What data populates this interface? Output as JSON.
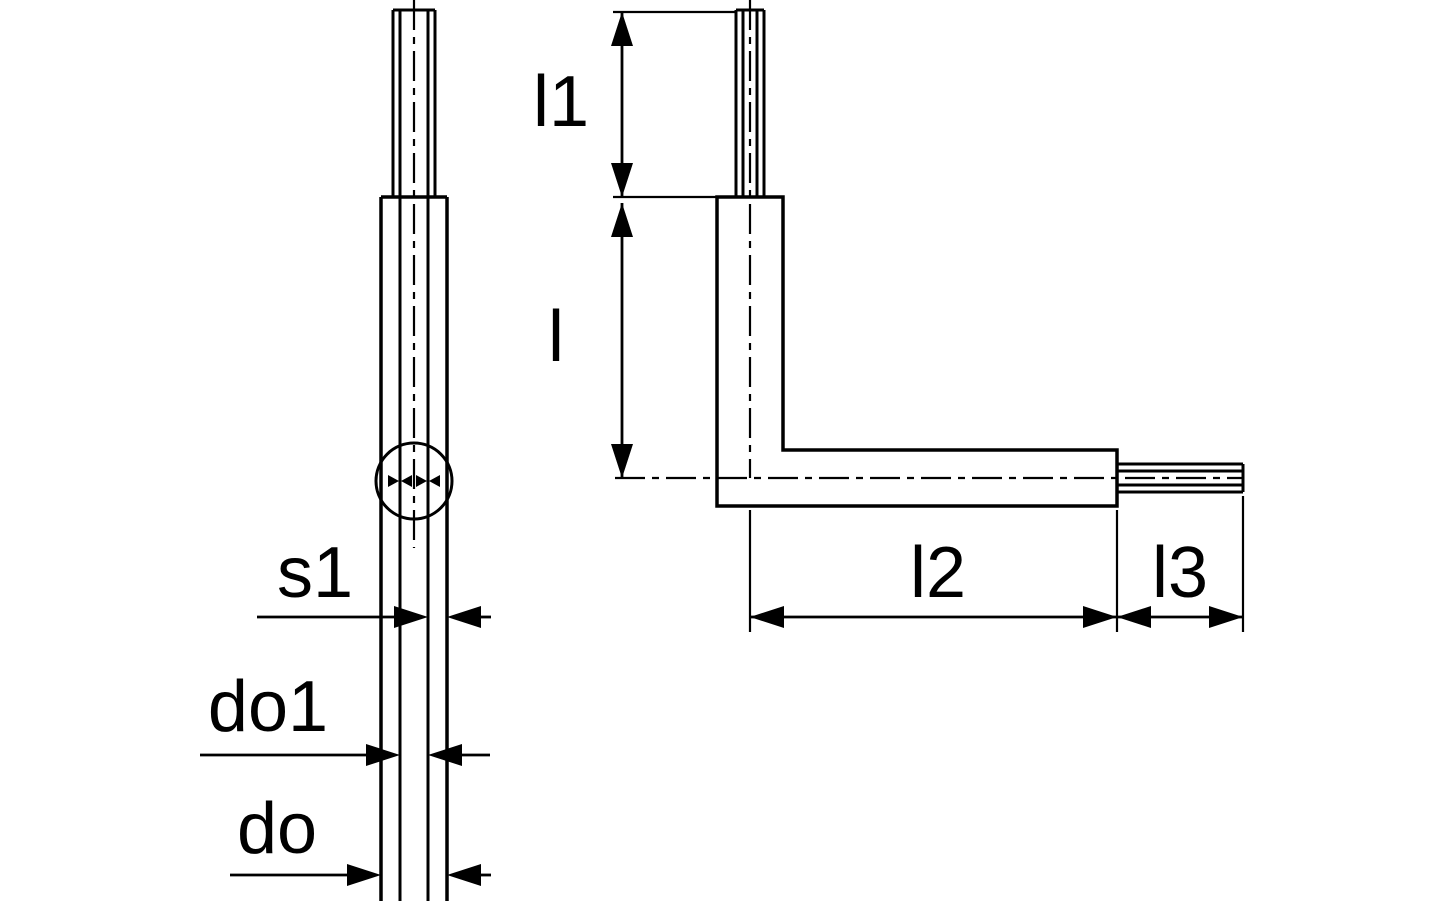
{
  "labels": {
    "s1": "s1",
    "do1": "do1",
    "do": "do",
    "l1": "l1",
    "l": "l",
    "l2": "l2",
    "l3": "l3"
  },
  "colors": {
    "line": "#000000",
    "background": "#ffffff"
  }
}
